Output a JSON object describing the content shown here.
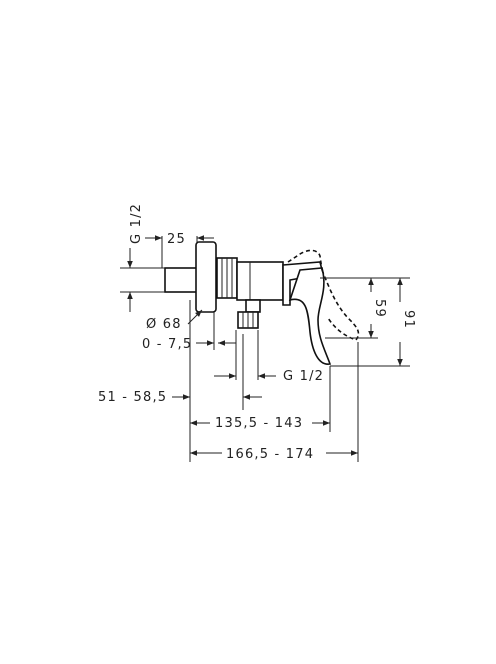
{
  "dimensions": {
    "thread_inlet": "G 1/2",
    "width_25": "25",
    "diameter": "Ø 68",
    "offset": "0 - 7,5",
    "thread_outlet": "G 1/2",
    "wall_distance": "51 - 58,5",
    "depth_mid": "135,5 - 143",
    "depth_total": "166,5 - 174",
    "height_59": "59",
    "height_91": "91"
  }
}
